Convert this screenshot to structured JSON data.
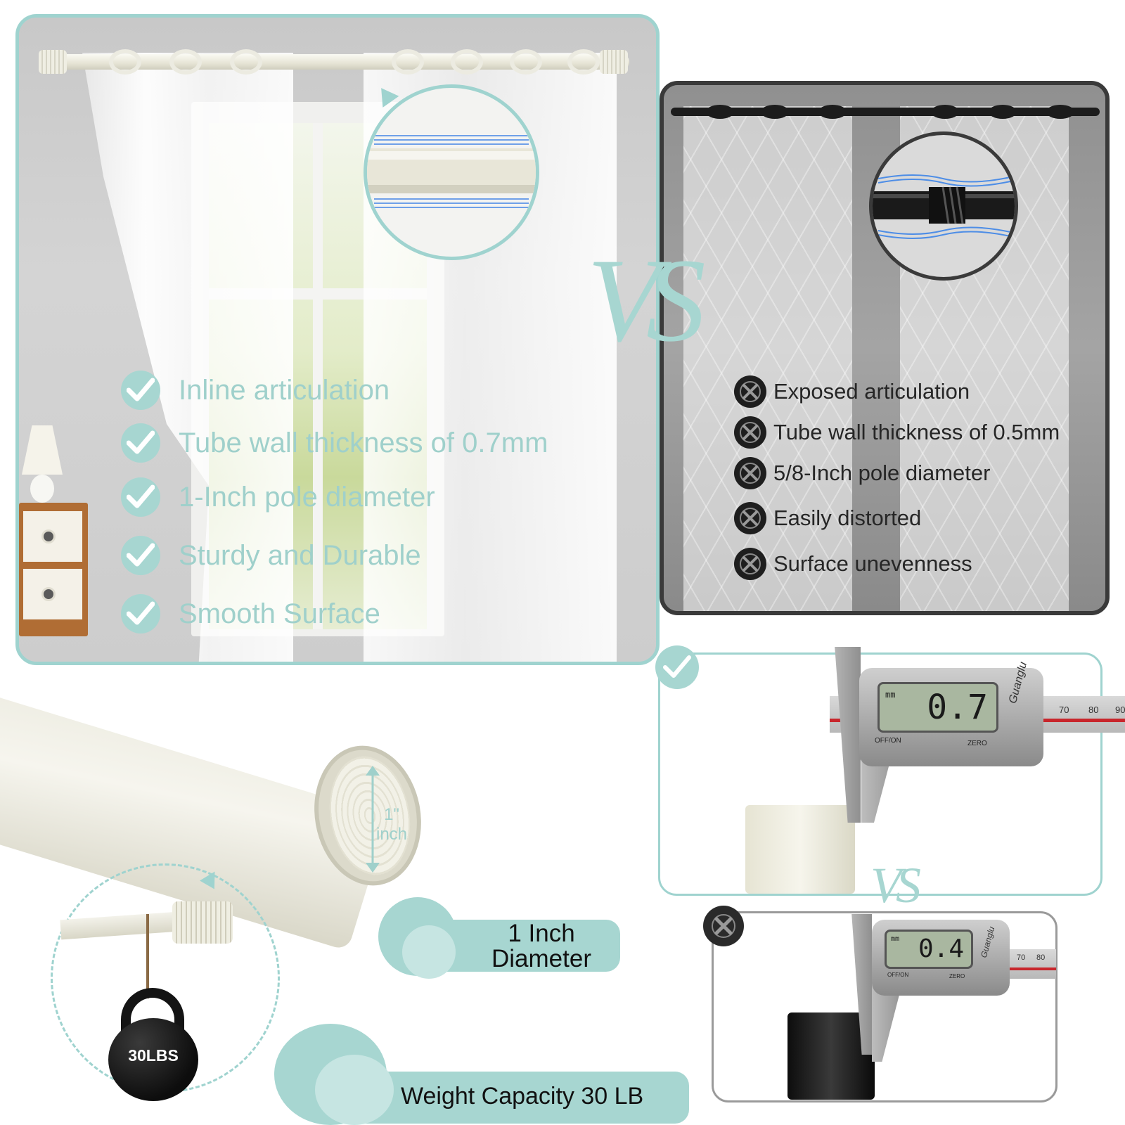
{
  "comparison": {
    "vs_label": "VS",
    "good": {
      "features": [
        "Inline articulation",
        "Tube wall thickness of 0.7mm",
        "1-Inch pole diameter",
        "Sturdy and Durable",
        "Smooth Surface"
      ]
    },
    "bad": {
      "features": [
        "Exposed articulation",
        "Tube wall thickness of 0.5mm",
        "5/8-Inch pole diameter",
        "Easily distorted",
        "Surface unevenness"
      ]
    }
  },
  "pole_closeup": {
    "inch_mark": "1\"",
    "inch_word": "inch",
    "diameter_line1": "1 Inch",
    "diameter_line2": "Diameter"
  },
  "weight": {
    "kettlebell_label": "30LBS",
    "capacity_label": "Weight Capacity 30 LB"
  },
  "calipers": {
    "vs_label": "VS",
    "good": {
      "reading": "0.7",
      "unit": "mm",
      "btn_left": "OFF/ON",
      "btn_right": "ZERO",
      "brand": "Guanglu",
      "scale": [
        "70",
        "80",
        "90"
      ]
    },
    "bad": {
      "reading": "0.4",
      "unit": "mm",
      "btn_left": "OFF/ON",
      "btn_right": "ZERO",
      "brand": "Guanglu",
      "scale": [
        "70",
        "80"
      ]
    }
  },
  "colors": {
    "accent_teal": "#a7d6d1",
    "border_teal": "#9fd3cf",
    "dark": "#1e1e1e"
  },
  "icons": {
    "good": "check-circle-icon",
    "bad": "x-circle-icon"
  }
}
